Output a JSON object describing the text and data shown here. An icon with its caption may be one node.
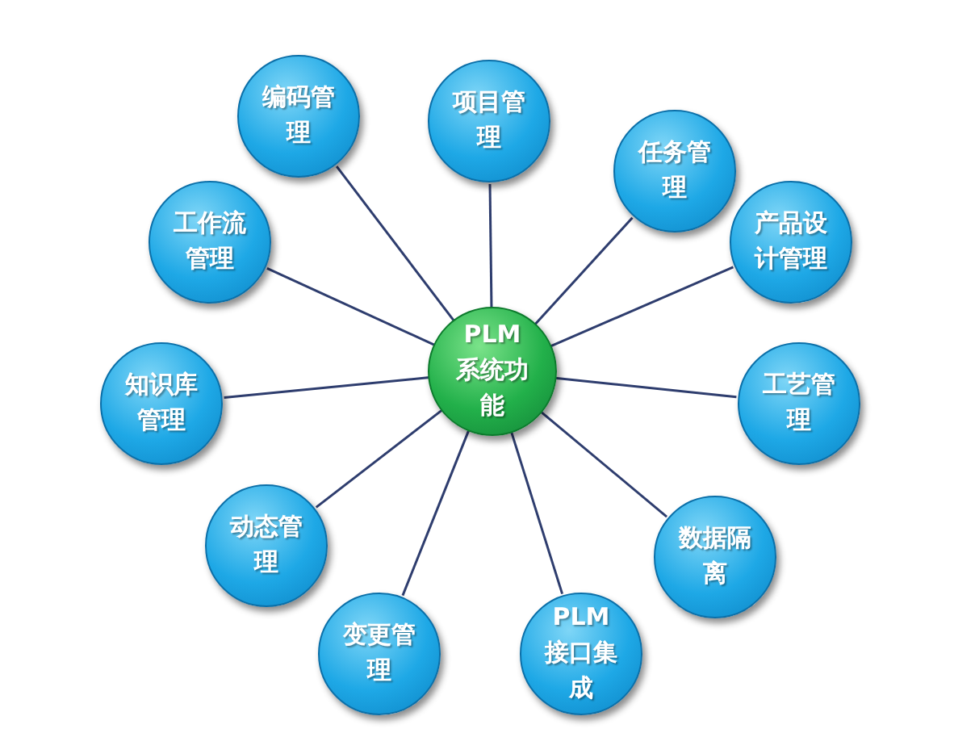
{
  "diagram": {
    "nodes": [
      {
        "text": [
          "PLM系统功能"
        ]
      },
      {
        "text": [
          "项目管理"
        ]
      },
      {
        "text": [
          "任务管理"
        ]
      },
      {
        "text": [
          "产品设计管理"
        ]
      },
      {
        "text": [
          "工艺管理"
        ]
      },
      {
        "text": [
          "数据隔离"
        ]
      },
      {
        "text": [
          "PLM接口集成"
        ]
      },
      {
        "text": [
          "变更管理"
        ]
      },
      {
        "text": [
          "动态管理"
        ]
      },
      {
        "text": [
          "知识库管理"
        ]
      },
      {
        "text": [
          "工作流管理"
        ]
      },
      {
        "text": [
          "编码管理"
        ]
      }
    ],
    "edges": [
      {
        "from": 0,
        "to": 1,
        "arrow": "none"
      },
      {
        "from": 0,
        "to": 2,
        "arrow": "none"
      },
      {
        "from": 0,
        "to": 3,
        "arrow": "none"
      },
      {
        "from": 0,
        "to": 4,
        "arrow": "none"
      },
      {
        "from": 0,
        "to": 5,
        "arrow": "none"
      },
      {
        "from": 0,
        "to": 6,
        "arrow": "none"
      },
      {
        "from": 0,
        "to": 7,
        "arrow": "none"
      },
      {
        "from": 0,
        "to": 8,
        "arrow": "none"
      },
      {
        "from": 0,
        "to": 9,
        "arrow": "none"
      },
      {
        "from": 0,
        "to": 10,
        "arrow": "none"
      },
      {
        "from": 0,
        "to": 11,
        "arrow": "none"
      }
    ]
  }
}
